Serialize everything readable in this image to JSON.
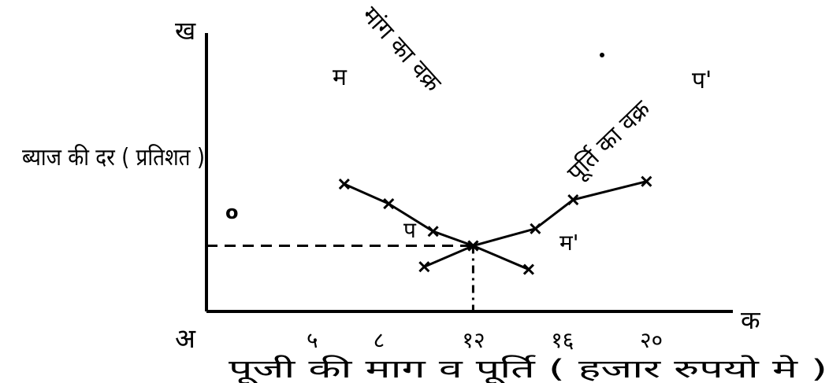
{
  "chart_data": {
    "type": "line",
    "xlabel": "पूजी की माग व पूर्ति ( हजार रुपयो मे )",
    "ylabel": "ब्याज की दर ( प्रतिशत )",
    "origin_label": "अ",
    "x_axis_end_label": "क",
    "y_axis_end_label": "ख",
    "x_ticks": [
      "५",
      "८",
      "१२",
      "१६",
      "२०"
    ],
    "x_tick_values": [
      5,
      8,
      12,
      16,
      20
    ],
    "grid": false,
    "equilibrium": {
      "x": 12,
      "y": 5
    },
    "series": [
      {
        "name": "मांग का वक्र",
        "start_label": "म",
        "end_label": "म'",
        "points": [
          [
            6.2,
            9.7
          ],
          [
            8.2,
            8.2
          ],
          [
            10.2,
            6.1
          ],
          [
            12,
            5
          ],
          [
            14.5,
            3.2
          ]
        ]
      },
      {
        "name": "पूर्ति का वक्र",
        "start_label": "प",
        "end_label": "प'",
        "points": [
          [
            9.8,
            3.4
          ],
          [
            12,
            5
          ],
          [
            14.8,
            6.3
          ],
          [
            16.5,
            8.5
          ],
          [
            19.8,
            9.9
          ]
        ]
      }
    ],
    "annotations": [
      "o"
    ]
  }
}
